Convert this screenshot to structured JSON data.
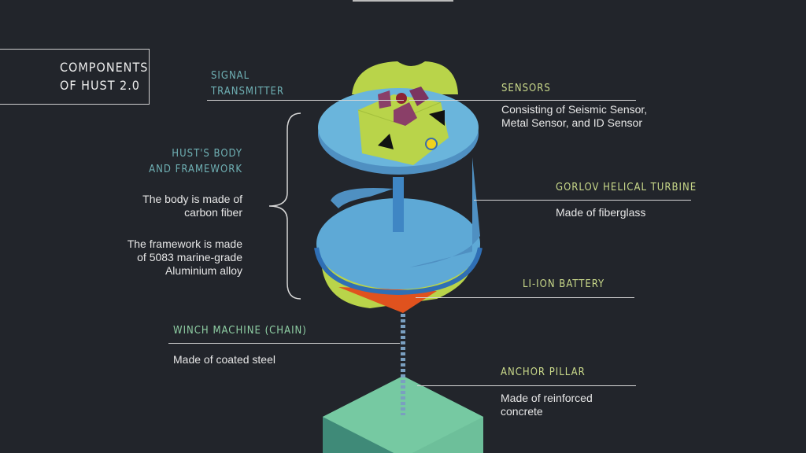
{
  "title": {
    "line1": "COMPONENTS",
    "line2": "OF HUST 2.0"
  },
  "labels": {
    "signal": {
      "line1": "SIGNAL",
      "line2": "TRANSMITTER"
    },
    "sensors": {
      "title": "SENSORS",
      "desc1": "Consisting of Seismic Sensor,",
      "desc2": "Metal Sensor, and ID Sensor"
    },
    "body": {
      "line1": "HUST'S BODY",
      "line2": "AND FRAMEWORK",
      "desc1a": "The body is made of",
      "desc1b": "carbon fiber",
      "desc2a": "The framework is made",
      "desc2b": "of 5083 marine-grade",
      "desc2c": "Aluminium alloy"
    },
    "turbine": {
      "title": "GORLOV HELICAL TURBINE",
      "desc": "Made of fiberglass"
    },
    "battery": {
      "title": "LI-ION BATTERY"
    },
    "winch": {
      "title": "WINCH MACHINE (CHAIN)",
      "desc": "Made of coated steel"
    },
    "anchor": {
      "title": "ANCHOR PILLAR",
      "desc1": "Made of reinforced",
      "desc2": "concrete"
    }
  },
  "colors": {
    "background": "#22252b",
    "teal": "#6fb0b4",
    "lime": "#c9d98a",
    "body": "#5ea9d6",
    "hull": "#b9d44a",
    "battery": "#e0521e",
    "anchor": "#6dbf9a"
  }
}
